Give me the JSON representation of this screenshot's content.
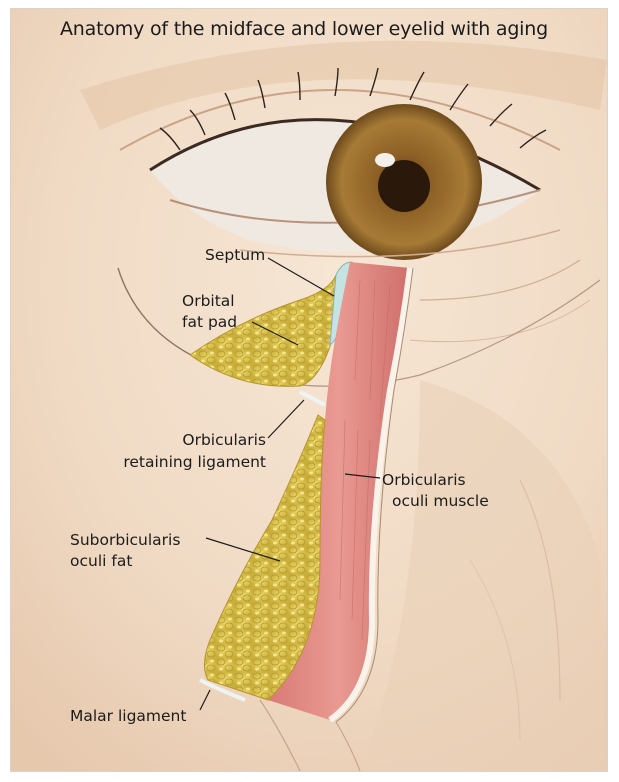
{
  "title": "Anatomy of the midface and lower eyelid with aging",
  "labels": {
    "septum": "Septum",
    "orbital_fat_pad_1": "Orbital",
    "orbital_fat_pad_2": "fat pad",
    "orbicularis_ligament_1": "Orbicularis",
    "orbicularis_ligament_2": "retaining ligament",
    "suborbicularis_1": "Suborbicularis",
    "suborbicularis_2": "oculi fat",
    "orbicularis_muscle_1": "Orbicularis",
    "orbicularis_muscle_2": "oculi muscle",
    "malar_ligament": "Malar ligament"
  },
  "colors": {
    "skin": "#f2ddc9",
    "skin_shadow": "#d9b79b",
    "iris": "#9a6a2a",
    "pupil": "#2e1b0c",
    "muscle": "#e3918c",
    "fat": "#e2cc55",
    "septum": "#c4e4e4"
  },
  "icons": [
    "eye-illustration",
    "muscle-illustration",
    "fat-pad-illustration"
  ]
}
